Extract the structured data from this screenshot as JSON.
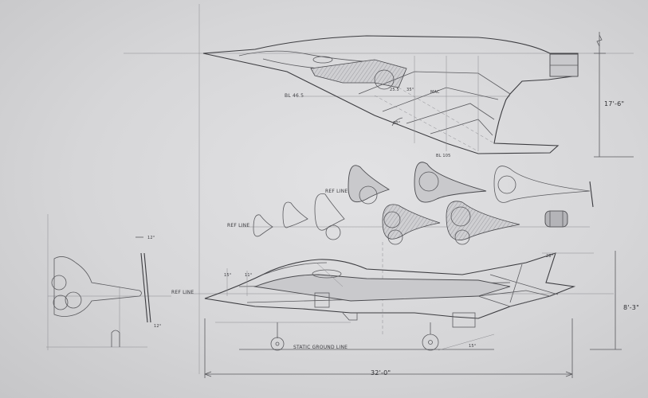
{
  "labels": {
    "bl_46_5": "BL 46.5",
    "angle_25": "25.5",
    "angle_35": "35°",
    "mac": "MAC",
    "angle_60": "60°",
    "bl_105": "BL 105",
    "ref_line_upper": "REF LINE",
    "ref_line_mid": "REF LINE",
    "ref_line_front": "REF LINE",
    "angle_12_top": "12°",
    "angle_12_bottom": "12°",
    "angle_15_left": "15°",
    "angle_11": "11°",
    "angle_28": "28°",
    "angle_15_ground": "15°",
    "static_ground_line": "STATIC GROUND LINE"
  },
  "dimensions": {
    "span_17_6": "17'-6\"",
    "height_8_3": "8'-3\"",
    "length_32_0": "32'-0\""
  }
}
